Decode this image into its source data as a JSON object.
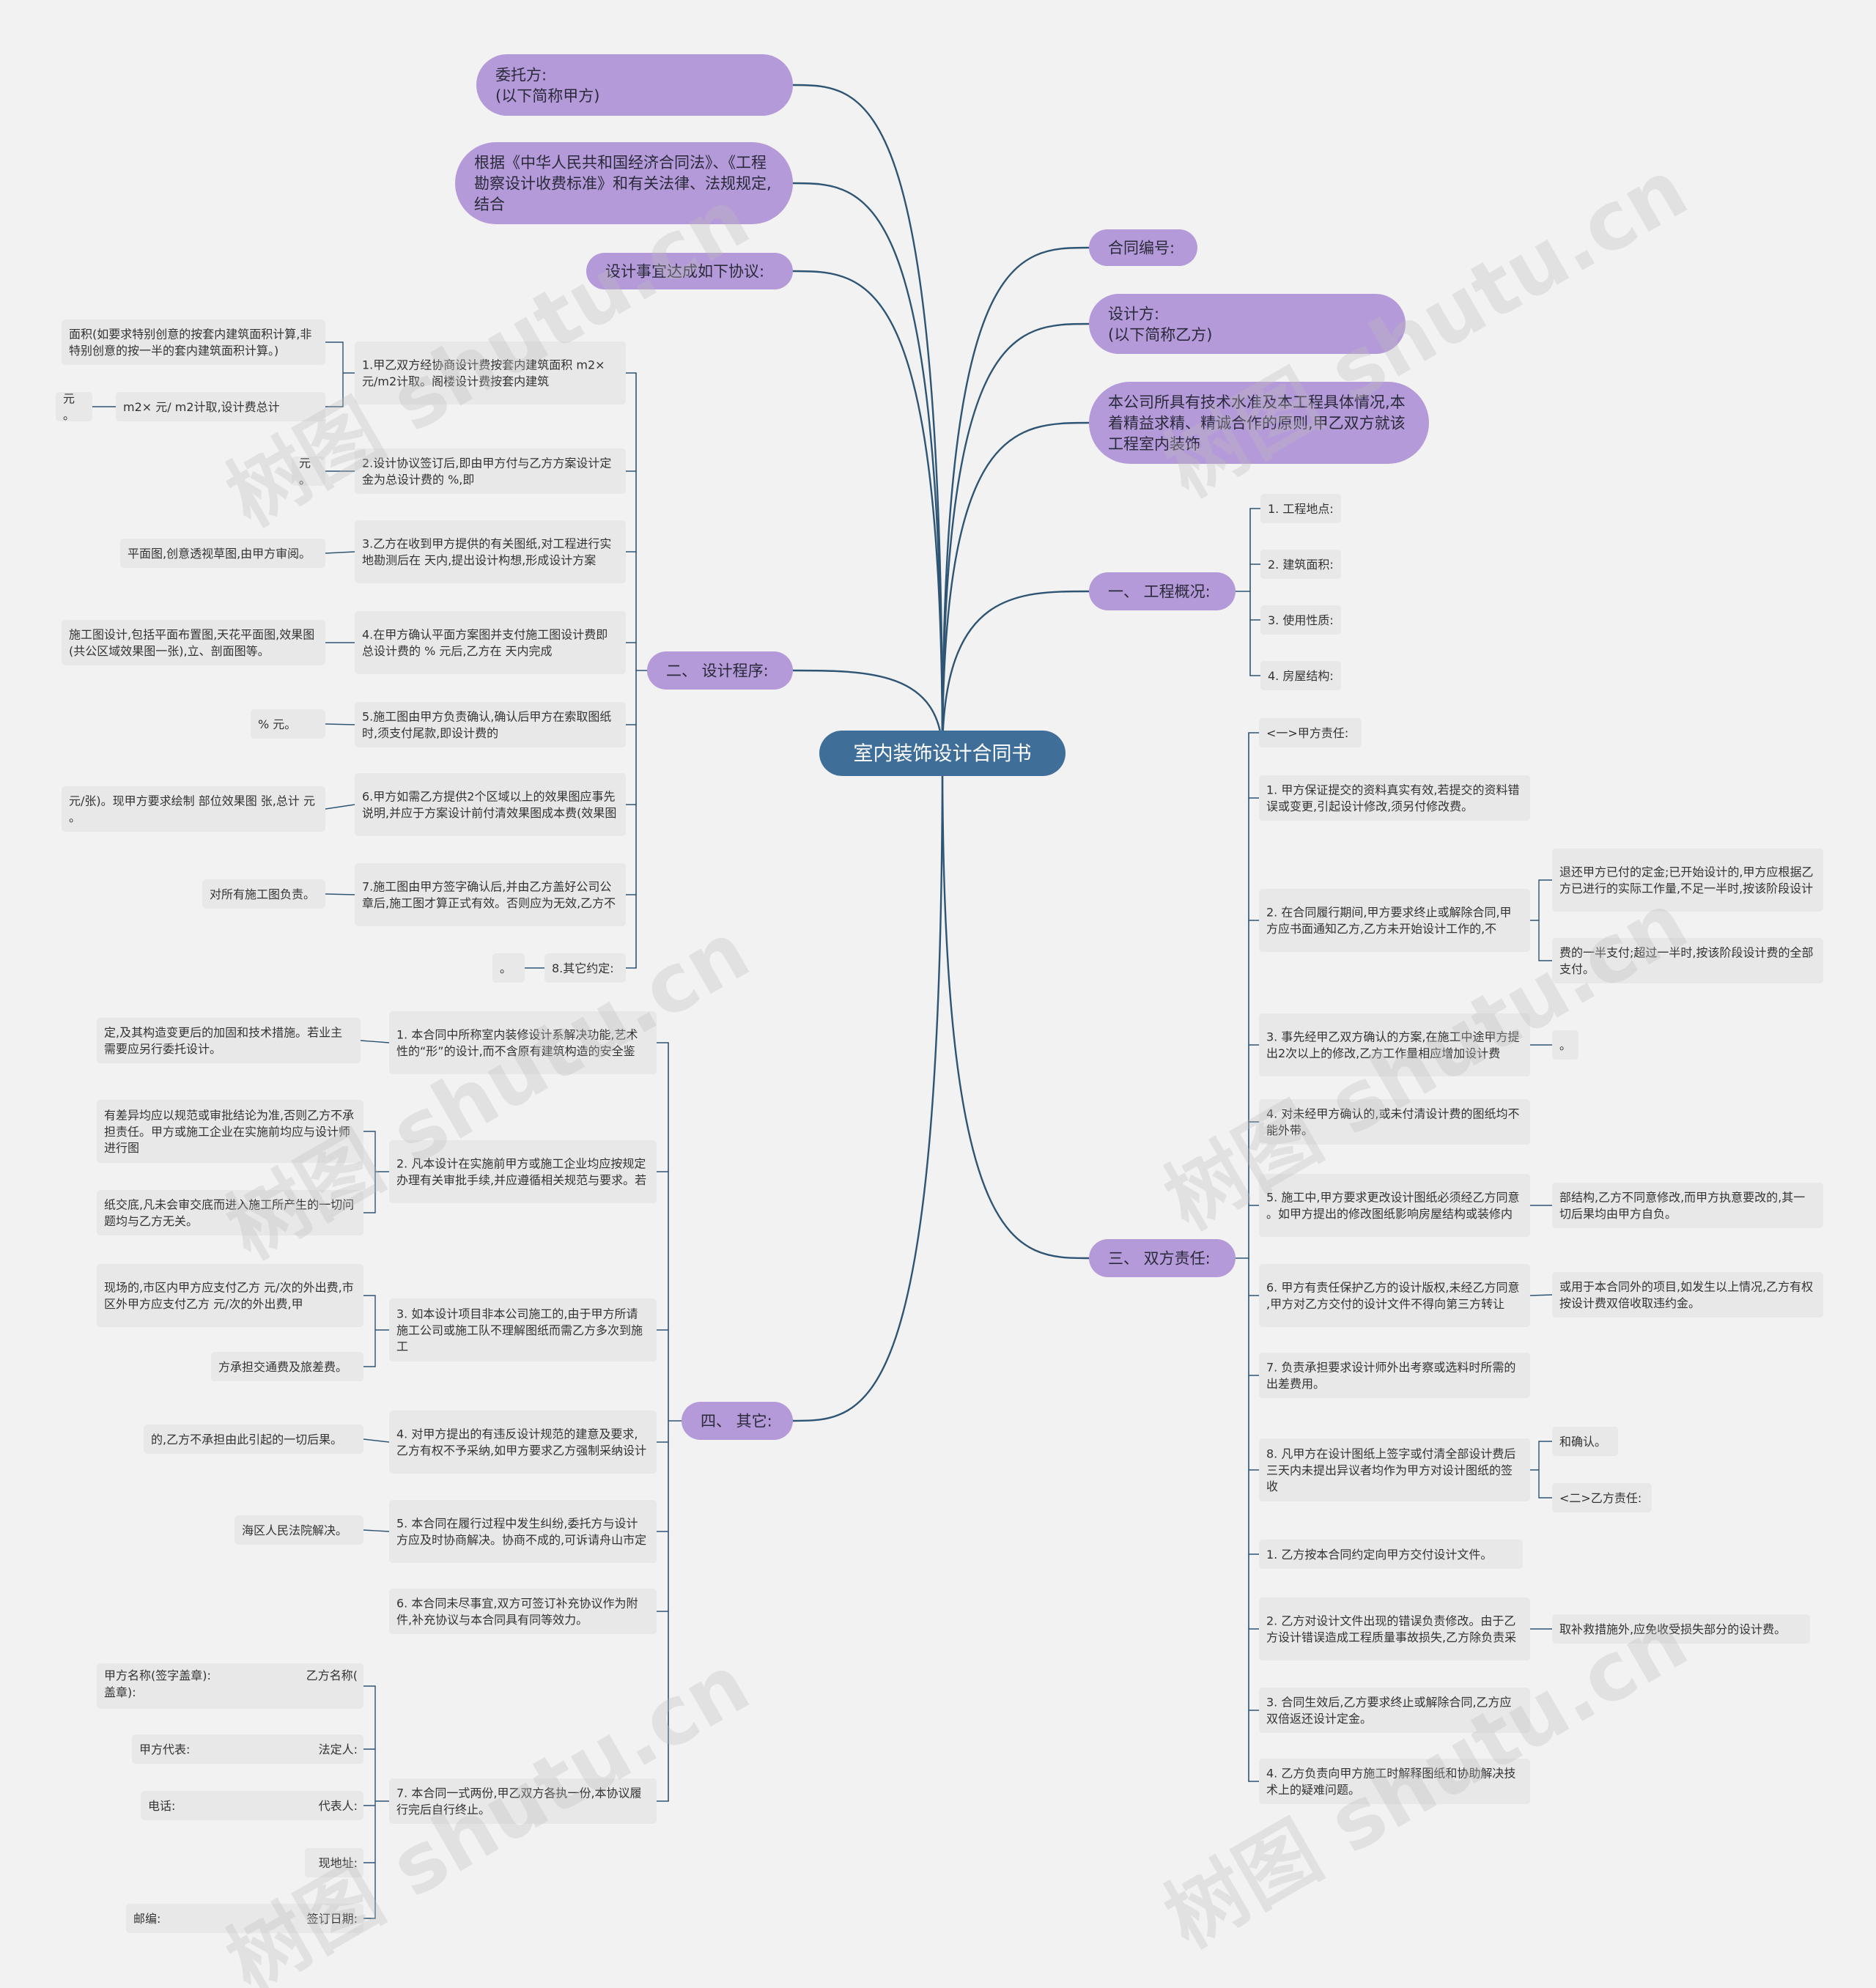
{
  "root": "室内装饰设计合同书",
  "colors": {
    "background": "#f2f2f2",
    "root": "#3f6f98",
    "branch": "#b49ad8",
    "leaf": "#e8e8e8",
    "line": "#2f5574"
  },
  "watermark": "树图 shutu.cn",
  "top_right": {
    "contract_no": "合同编号:",
    "designer": "设计方:\n(以下简称乙方)",
    "preamble": "本公司所具有技术水准及本工程具体情况,本着精益求精、精诚合作的原则,甲乙双方就该工程室内装饰"
  },
  "top_left": {
    "client": "委托方:\n(以下简称甲方)",
    "basis": "根据《中华人民共和国经济合同法》、《工程勘察设计收费标准》和有关法律、法规规定,结合",
    "agree": "设计事宜达成如下协议:"
  },
  "sec1": {
    "title": "一、 工程概况:",
    "items": [
      "1. 工程地点:",
      "2. 建筑面积:",
      "3. 使用性质:",
      "4. 房屋结构:"
    ]
  },
  "sec2": {
    "title": "二、 设计程序:",
    "items": [
      "1.甲乙双方经协商设计费按套内建筑面积 m2× 元/m2计取。阁楼设计费按套内建筑",
      "2.设计协议签订后,即由甲方付与乙方方案设计定金为总设计费的 %,即",
      "3.乙方在收到甲方提供的有关图纸,对工程进行实地勘测后在 天内,提出设计构想,形成设计方案",
      "4.在甲方确认平面方案图并支付施工图设计费即总设计费的 % 元后,乙方在 天内完成",
      "5.施工图由甲方负责确认,确认后甲方在索取图纸时,须支付尾款,即设计费的",
      "6.甲方如需乙方提供2个区域以上的效果图应事先说明,并应于方案设计前付清效果图成本费(效果图",
      "7.施工图由甲方签字确认后,并由乙方盖好公司公章后,施工图才算正式有效。否则应为无效,乙方不",
      "8.其它约定:"
    ],
    "sub": [
      "面积(如要求特别创意的按套内建筑面积计算,非特别创意的按一半的套内建筑面积计算。)",
      "m2× 元/ m2计取,设计费总计",
      "元。",
      "元。",
      "平面图,创意透视草图,由甲方审阅。",
      "施工图设计,包括平面布置图,天花平面图,效果图(共公区域效果图一张),立、剖面图等。",
      "% 元。",
      "元/张)。现甲方要求绘制 部位效果图 张,总计 元。",
      "对所有施工图负责。",
      "。"
    ]
  },
  "sec3": {
    "title": "三、 双方责任:",
    "items": [
      "<一>甲方责任:",
      "1. 甲方保证提交的资料真实有效,若提交的资料错误或变更,引起设计修改,须另付修改费。",
      "2. 在合同履行期间,甲方要求终止或解除合同,甲方应书面通知乙方,乙方未开始设计工作的,不",
      "3. 事先经甲乙双方确认的方案,在施工中途甲方提出2次以上的修改,乙方工作量相应增加设计费",
      "4. 对未经甲方确认的,或未付清设计费的图纸均不能外带。",
      "5. 施工中,甲方要求更改设计图纸必须经乙方同意。如甲方提出的修改图纸影响房屋结构或装修内",
      "6. 甲方有责任保护乙方的设计版权,未经乙方同意,甲方对乙方交付的设计文件不得向第三方转让",
      "7. 负责承担要求设计师外出考察或选料时所需的出差费用。",
      "8. 凡甲方在设计图纸上签字或付清全部设计费后三天内未提出异议者均作为甲方对设计图纸的签收",
      "1. 乙方按本合同约定向甲方交付设计文件。",
      "2. 乙方对设计文件出现的错误负责修改。由于乙方设计错误造成工程质量事故损失,乙方除负责采",
      "3. 合同生效后,乙方要求终止或解除合同,乙方应双倍返还设计定金。",
      "4. 乙方负责向甲方施工时解释图纸和协助解决技术上的疑难问题。"
    ],
    "sub": [
      "退还甲方已付的定金;已开始设计的,甲方应根据乙方已进行的实际工作量,不足一半时,按该阶段设计",
      "费的一半支付;超过一半时,按该阶段设计费的全部支付。",
      "。",
      "部结构,乙方不同意修改,而甲方执意要改的,其一切后果均由甲方自负。",
      "或用于本合同外的项目,如发生以上情况,乙方有权按设计费双倍收取违约金。",
      "和确认。",
      "<二>乙方责任:",
      "取补救措施外,应免收受损失部分的设计费。"
    ]
  },
  "sec4": {
    "title": "四、 其它:",
    "items": [
      "1. 本合同中所称室内装修设计系解决功能,艺术性的“形”的设计,而不含原有建筑构造的安全鉴",
      "2. 凡本设计在实施前甲方或施工企业均应按规定办理有关审批手续,并应遵循相关规范与要求。若",
      "3. 如本设计项目非本公司施工的,由于甲方所请施工公司或施工队不理解图纸而需乙方多次到施工",
      "4. 对甲方提出的有违反设计规范的建意及要求,乙方有权不予采纳,如甲方要求乙方强制采纳设计",
      "5. 本合同在履行过程中发生纠纷,委托方与设计方应及时协商解决。协商不成的,可诉请舟山市定",
      "6. 本合同未尽事宜,双方可签订补充协议作为附件,补充协议与本合同具有同等效力。",
      "7. 本合同一式两份,甲乙双方各执一份,本协议履行完后自行终止。"
    ],
    "sub": [
      "定,及其构造变更后的加固和技术措施。若业主需要应另行委托设计。",
      "有差异均应以规范或审批结论为准,否则乙方不承担责任。甲方或施工企业在实施前均应与设计师进行图",
      "纸交底,凡未会审交底而进入施工所产生的一切问题均与乙方无关。",
      "现场的,市区内甲方应支付乙方 元/次的外出费,市区外甲方应支付乙方 元/次的外出费,甲",
      "方承担交通费及旅差费。",
      "的,乙方不承担由此引起的一切后果。",
      "海区人民法院解决。"
    ],
    "sign": [
      {
        "left": "甲方名称(签字盖章):",
        "right": "乙方名称(盖章):"
      },
      {
        "left": "甲方代表:",
        "right": "法定人:"
      },
      {
        "left": "电话:",
        "right": "代表人:"
      },
      {
        "left": "",
        "right": "现地址:"
      },
      {
        "left": "邮编:",
        "right": "签订日期:"
      }
    ]
  }
}
